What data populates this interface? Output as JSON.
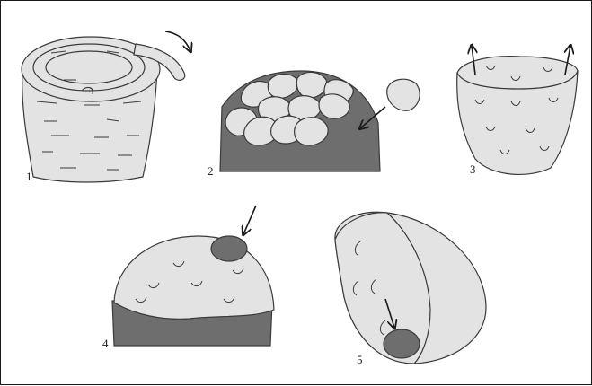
{
  "figure": {
    "steps": [
      {
        "number": "1"
      },
      {
        "number": "2"
      },
      {
        "number": "3"
      },
      {
        "number": "4"
      },
      {
        "number": "5"
      }
    ],
    "colors": {
      "light_fill": "#e3e3e3",
      "dark_fill": "#6e6e6e",
      "outline": "#3a3a3a",
      "arrow": "#1a1a1a"
    }
  }
}
